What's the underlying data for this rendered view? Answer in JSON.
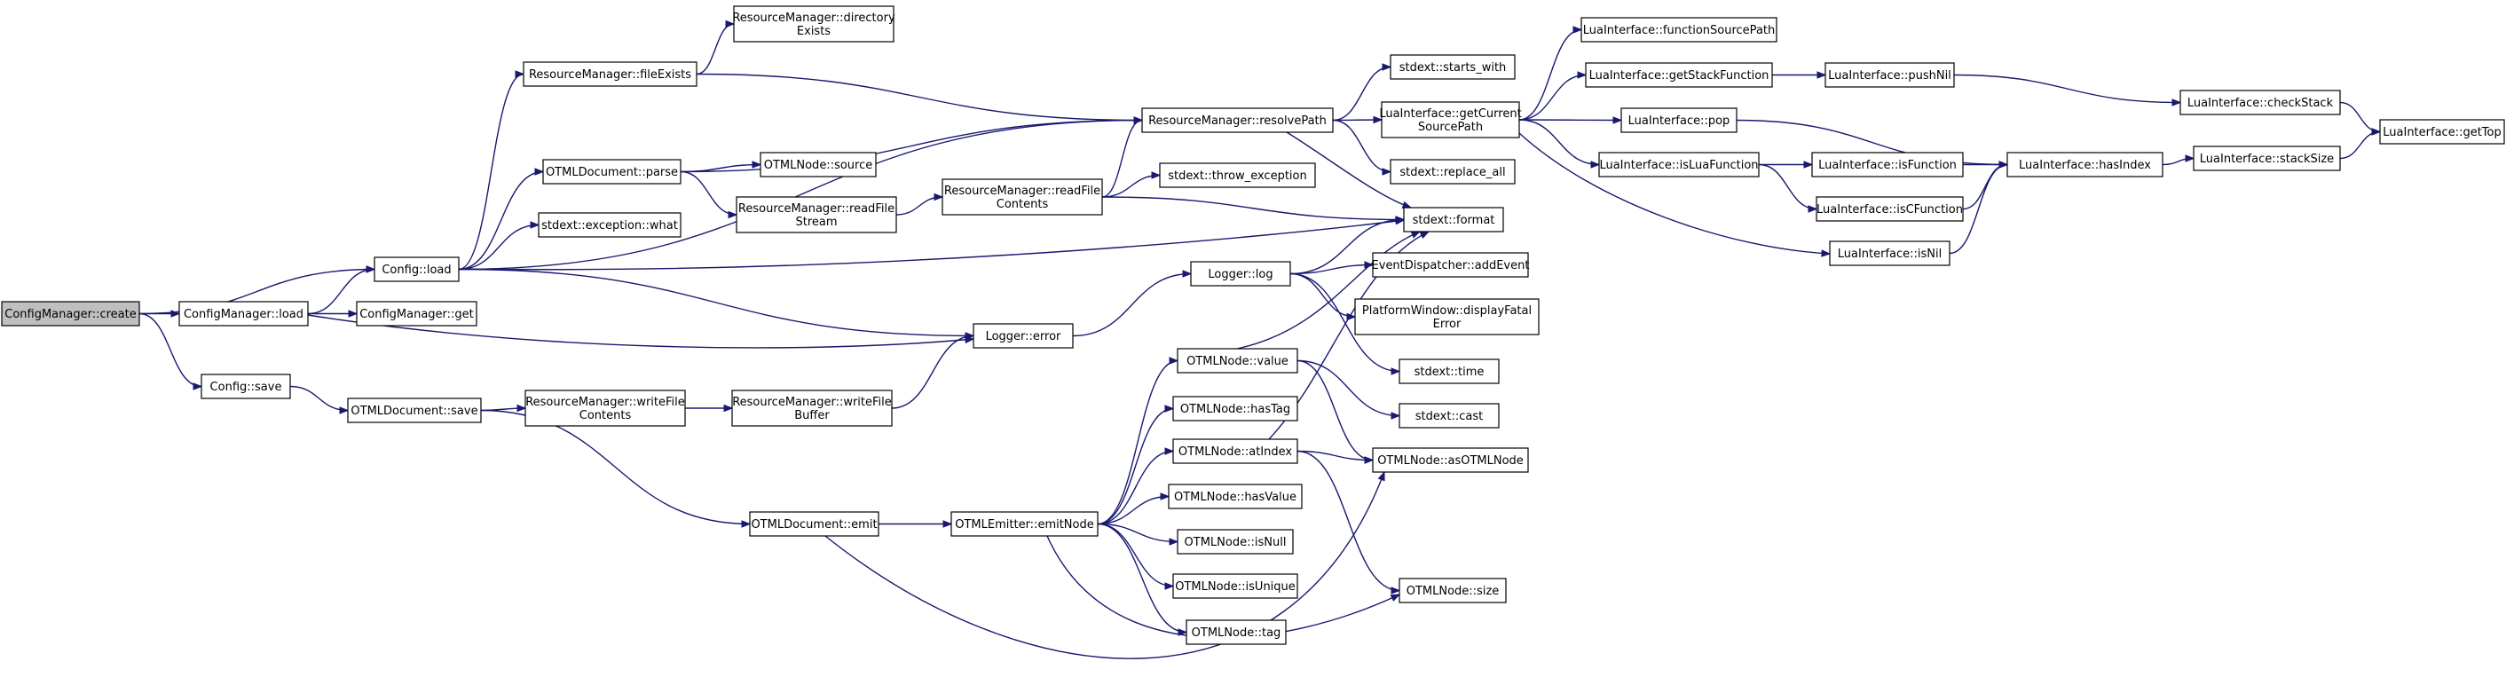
{
  "nodes": {
    "configmanager_create": {
      "lines": [
        "ConfigManager::create"
      ],
      "root": true
    },
    "configmanager_load": {
      "lines": [
        "ConfigManager::load"
      ]
    },
    "configmanager_get": {
      "lines": [
        "ConfigManager::get"
      ]
    },
    "config_load": {
      "lines": [
        "Config::load"
      ]
    },
    "config_save": {
      "lines": [
        "Config::save"
      ]
    },
    "rm_fileexists": {
      "lines": [
        "ResourceManager::fileExists"
      ]
    },
    "rm_directoryexists": {
      "lines": [
        "ResourceManager::directory",
        "Exists"
      ]
    },
    "otmldoc_parse": {
      "lines": [
        "OTMLDocument::parse"
      ]
    },
    "stdext_exception_what": {
      "lines": [
        "stdext::exception::what"
      ]
    },
    "otmlnode_source": {
      "lines": [
        "OTMLNode::source"
      ]
    },
    "rm_readfilestream": {
      "lines": [
        "ResourceManager::readFile",
        "Stream"
      ]
    },
    "rm_readfilecontents": {
      "lines": [
        "ResourceManager::readFile",
        "Contents"
      ]
    },
    "rm_resolvepath": {
      "lines": [
        "ResourceManager::resolvePath"
      ]
    },
    "stdext_throw_exception": {
      "lines": [
        "stdext::throw_exception"
      ]
    },
    "stdext_starts_with": {
      "lines": [
        "stdext::starts_with"
      ]
    },
    "lua_getcurrentsourcepath": {
      "lines": [
        "LuaInterface::getCurrent",
        "SourcePath"
      ]
    },
    "stdext_replace_all": {
      "lines": [
        "stdext::replace_all"
      ]
    },
    "stdext_format": {
      "lines": [
        "stdext::format"
      ]
    },
    "lua_functionsourcepath": {
      "lines": [
        "LuaInterface::functionSourcePath"
      ]
    },
    "lua_getstackfunction": {
      "lines": [
        "LuaInterface::getStackFunction"
      ]
    },
    "lua_pushnil": {
      "lines": [
        "LuaInterface::pushNil"
      ]
    },
    "lua_checkstack": {
      "lines": [
        "LuaInterface::checkStack"
      ]
    },
    "lua_gettop": {
      "lines": [
        "LuaInterface::getTop"
      ]
    },
    "lua_pop": {
      "lines": [
        "LuaInterface::pop"
      ]
    },
    "lua_isluafunction": {
      "lines": [
        "LuaInterface::isLuaFunction"
      ]
    },
    "lua_isfunction": {
      "lines": [
        "LuaInterface::isFunction"
      ]
    },
    "lua_iscfunction": {
      "lines": [
        "LuaInterface::isCFunction"
      ]
    },
    "lua_hasindex": {
      "lines": [
        "LuaInterface::hasIndex"
      ]
    },
    "lua_stacksize": {
      "lines": [
        "LuaInterface::stackSize"
      ]
    },
    "lua_isnil": {
      "lines": [
        "LuaInterface::isNil"
      ]
    },
    "eventdispatcher_addevent": {
      "lines": [
        "EventDispatcher::addEvent"
      ]
    },
    "logger_error": {
      "lines": [
        "Logger::error"
      ]
    },
    "logger_log": {
      "lines": [
        "Logger::log"
      ]
    },
    "platformwindow_displayfatalerror": {
      "lines": [
        "PlatformWindow::displayFatal",
        "Error"
      ]
    },
    "stdext_time": {
      "lines": [
        "stdext::time"
      ]
    },
    "stdext_cast": {
      "lines": [
        "stdext::cast"
      ]
    },
    "otmldoc_save": {
      "lines": [
        "OTMLDocument::save"
      ]
    },
    "rm_writefilecontents": {
      "lines": [
        "ResourceManager::writeFile",
        "Contents"
      ]
    },
    "rm_writefilebuffer": {
      "lines": [
        "ResourceManager::writeFile",
        "Buffer"
      ]
    },
    "otmlnode_value": {
      "lines": [
        "OTMLNode::value"
      ]
    },
    "otmlnode_hastag": {
      "lines": [
        "OTMLNode::hasTag"
      ]
    },
    "otmlnode_atindex": {
      "lines": [
        "OTMLNode::atIndex"
      ]
    },
    "otmlnode_asotmlnode": {
      "lines": [
        "OTMLNode::asOTMLNode"
      ]
    },
    "otmlnode_hasvalue": {
      "lines": [
        "OTMLNode::hasValue"
      ]
    },
    "otmlnode_isnull": {
      "lines": [
        "OTMLNode::isNull"
      ]
    },
    "otmlnode_isunique": {
      "lines": [
        "OTMLNode::isUnique"
      ]
    },
    "otmlnode_tag": {
      "lines": [
        "OTMLNode::tag"
      ]
    },
    "otmlnode_size": {
      "lines": [
        "OTMLNode::size"
      ]
    },
    "otmldoc_emit": {
      "lines": [
        "OTMLDocument::emit"
      ]
    },
    "otmlemitter_emitnode": {
      "lines": [
        "OTMLEmitter::emitNode"
      ]
    }
  },
  "edges": [
    [
      "configmanager_create",
      "config_load"
    ],
    [
      "configmanager_create",
      "configmanager_load"
    ],
    [
      "configmanager_create",
      "config_save"
    ],
    [
      "configmanager_load",
      "config_load"
    ],
    [
      "configmanager_load",
      "configmanager_get"
    ],
    [
      "configmanager_load",
      "logger_error"
    ],
    [
      "config_load",
      "rm_fileexists"
    ],
    [
      "config_load",
      "otmldoc_parse"
    ],
    [
      "config_load",
      "stdext_exception_what"
    ],
    [
      "config_load",
      "rm_resolvepath"
    ],
    [
      "config_load",
      "stdext_format"
    ],
    [
      "config_load",
      "logger_error"
    ],
    [
      "rm_fileexists",
      "rm_directoryexists"
    ],
    [
      "rm_fileexists",
      "rm_resolvepath"
    ],
    [
      "otmldoc_parse",
      "otmlnode_source"
    ],
    [
      "otmldoc_parse",
      "rm_readfilestream"
    ],
    [
      "otmldoc_parse",
      "rm_resolvepath"
    ],
    [
      "rm_readfilestream",
      "rm_readfilecontents"
    ],
    [
      "rm_readfilecontents",
      "rm_resolvepath"
    ],
    [
      "rm_readfilecontents",
      "stdext_throw_exception"
    ],
    [
      "rm_readfilecontents",
      "stdext_format"
    ],
    [
      "rm_resolvepath",
      "stdext_starts_with"
    ],
    [
      "rm_resolvepath",
      "lua_getcurrentsourcepath"
    ],
    [
      "rm_resolvepath",
      "stdext_replace_all"
    ],
    [
      "rm_resolvepath",
      "stdext_format"
    ],
    [
      "lua_getcurrentsourcepath",
      "lua_functionsourcepath"
    ],
    [
      "lua_getcurrentsourcepath",
      "lua_getstackfunction"
    ],
    [
      "lua_getcurrentsourcepath",
      "lua_pop"
    ],
    [
      "lua_getcurrentsourcepath",
      "lua_isluafunction"
    ],
    [
      "lua_getcurrentsourcepath",
      "lua_isnil"
    ],
    [
      "lua_getstackfunction",
      "lua_pushnil"
    ],
    [
      "lua_pushnil",
      "lua_checkstack"
    ],
    [
      "lua_checkstack",
      "lua_gettop"
    ],
    [
      "lua_pop",
      "lua_hasindex"
    ],
    [
      "lua_isluafunction",
      "lua_isfunction"
    ],
    [
      "lua_isluafunction",
      "lua_iscfunction"
    ],
    [
      "lua_isfunction",
      "lua_hasindex"
    ],
    [
      "lua_iscfunction",
      "lua_hasindex"
    ],
    [
      "lua_isnil",
      "lua_hasindex"
    ],
    [
      "lua_hasindex",
      "lua_stacksize"
    ],
    [
      "lua_stacksize",
      "lua_gettop"
    ],
    [
      "logger_error",
      "logger_log"
    ],
    [
      "logger_log",
      "eventdispatcher_addevent"
    ],
    [
      "logger_log",
      "platformwindow_displayfatalerror"
    ],
    [
      "logger_log",
      "stdext_time"
    ],
    [
      "logger_log",
      "stdext_format"
    ],
    [
      "config_save",
      "otmldoc_save"
    ],
    [
      "otmldoc_save",
      "rm_writefilecontents"
    ],
    [
      "otmldoc_save",
      "otmldoc_emit"
    ],
    [
      "rm_writefilecontents",
      "rm_writefilebuffer"
    ],
    [
      "rm_writefilebuffer",
      "logger_error"
    ],
    [
      "otmldoc_emit",
      "otmlemitter_emitnode"
    ],
    [
      "otmldoc_emit",
      "otmlnode_asotmlnode"
    ],
    [
      "otmlemitter_emitnode",
      "otmlnode_value"
    ],
    [
      "otmlemitter_emitnode",
      "otmlnode_hastag"
    ],
    [
      "otmlemitter_emitnode",
      "otmlnode_atindex"
    ],
    [
      "otmlemitter_emitnode",
      "otmlnode_hasvalue"
    ],
    [
      "otmlemitter_emitnode",
      "otmlnode_isnull"
    ],
    [
      "otmlemitter_emitnode",
      "otmlnode_isunique"
    ],
    [
      "otmlemitter_emitnode",
      "otmlnode_tag"
    ],
    [
      "otmlemitter_emitnode",
      "otmlnode_size"
    ],
    [
      "otmlnode_value",
      "stdext_format"
    ],
    [
      "otmlnode_value",
      "stdext_cast"
    ],
    [
      "otmlnode_value",
      "otmlnode_asotmlnode"
    ],
    [
      "otmlnode_atindex",
      "stdext_format"
    ],
    [
      "otmlnode_atindex",
      "otmlnode_asotmlnode"
    ],
    [
      "otmlnode_atindex",
      "otmlnode_size"
    ]
  ]
}
